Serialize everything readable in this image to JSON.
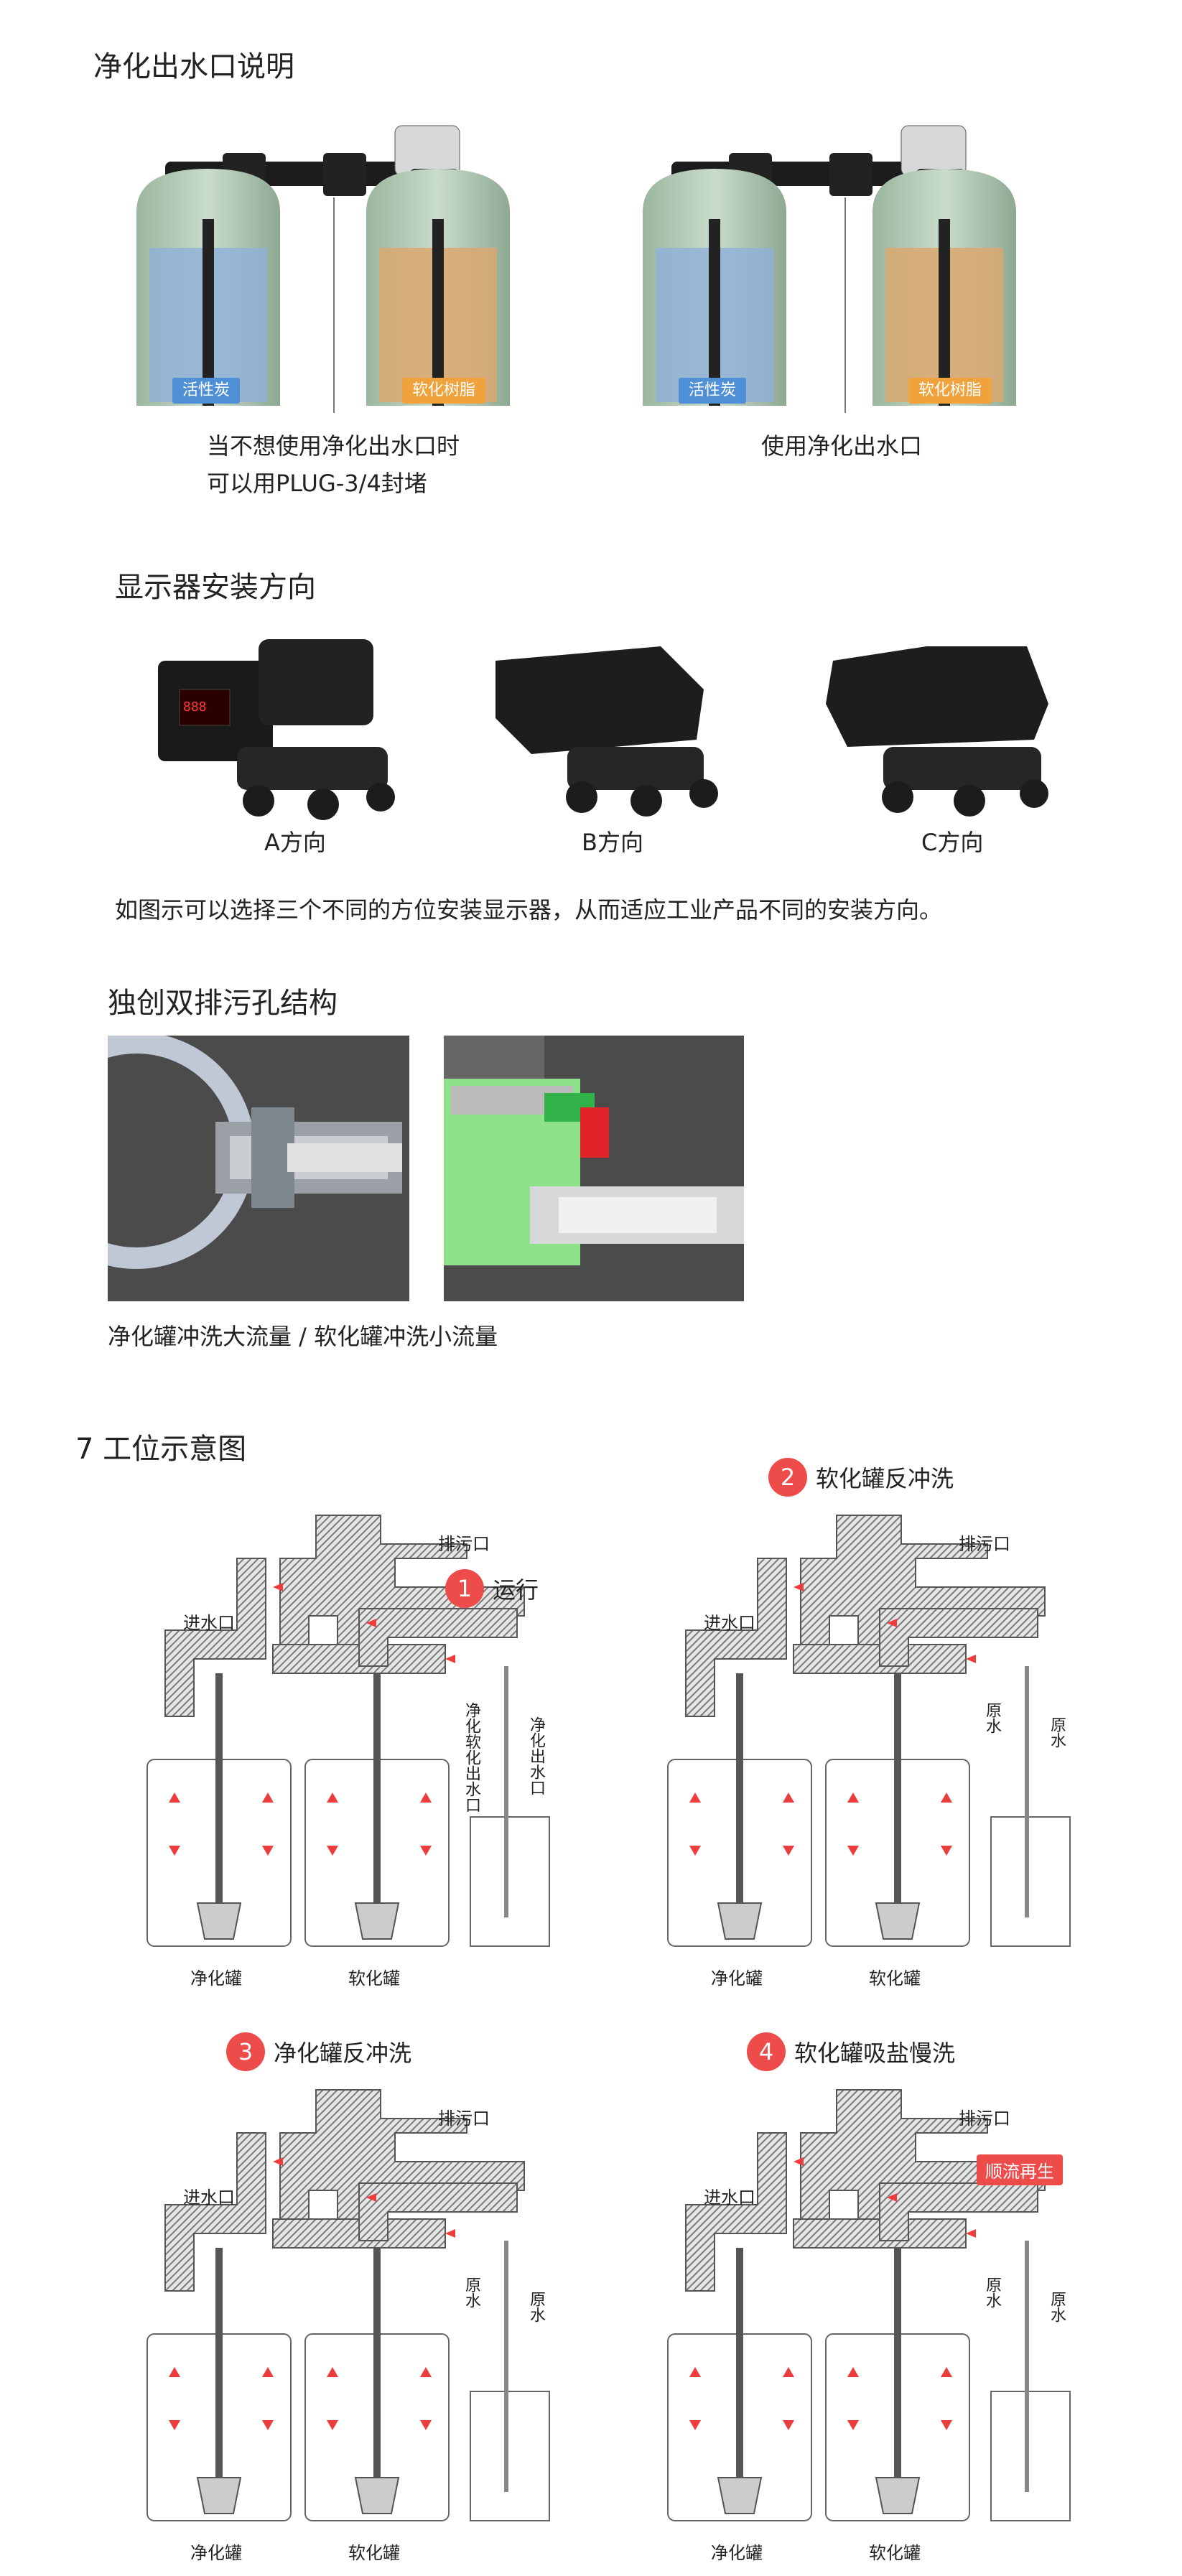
{
  "section1": {
    "title": "净化出水口说明",
    "left": {
      "tag_carbon": "活性炭",
      "tag_resin": "软化树脂",
      "caption_line1": "当不想使用净化出水口时",
      "caption_line2": "可以用PLUG-3/4封堵"
    },
    "right": {
      "tag_carbon": "活性炭",
      "tag_resin": "软化树脂",
      "caption": "使用净化出水口"
    }
  },
  "section2": {
    "title": "显示器安装方向",
    "labels": [
      "A方向",
      "B方向",
      "C方向"
    ],
    "description": "如图示可以选择三个不同的方位安装显示器，从而适应工业产品不同的安装方向。"
  },
  "section3": {
    "title": "独创双排污孔结构",
    "caption": "净化罐冲洗大流量 / 软化罐冲洗小流量"
  },
  "section4": {
    "title": "7 工位示意图",
    "diagrams": [
      {
        "num": "1",
        "name": "运行",
        "drain": "排污口",
        "inlet": "进水口",
        "outlet_a": "净化软化出水口",
        "outlet_b": "净化出水口",
        "tank_a": "净化罐",
        "tank_b": "软化罐"
      },
      {
        "num": "2",
        "name": "软化罐反冲洗",
        "drain": "排污口",
        "inlet": "进水口",
        "outlet_a": "原水",
        "outlet_b": "原水",
        "tank_a": "净化罐",
        "tank_b": "软化罐"
      },
      {
        "num": "3",
        "name": "净化罐反冲洗",
        "drain": "排污口",
        "inlet": "进水口",
        "outlet_a": "原水",
        "outlet_b": "原水",
        "tank_a": "净化罐",
        "tank_b": "软化罐"
      },
      {
        "num": "4",
        "name": "软化罐吸盐慢洗",
        "drain": "排污口",
        "inlet": "进水口",
        "outlet_a": "原水",
        "outlet_b": "原水",
        "tank_a": "净化罐",
        "tank_b": "软化罐",
        "badge": "顺流再生"
      }
    ]
  },
  "colors": {
    "accent": "#ee4b4b",
    "carbon_tag": "#4f8fd6",
    "resin_tag": "#f0a23c",
    "photo_bg": "#4b4b4b"
  }
}
